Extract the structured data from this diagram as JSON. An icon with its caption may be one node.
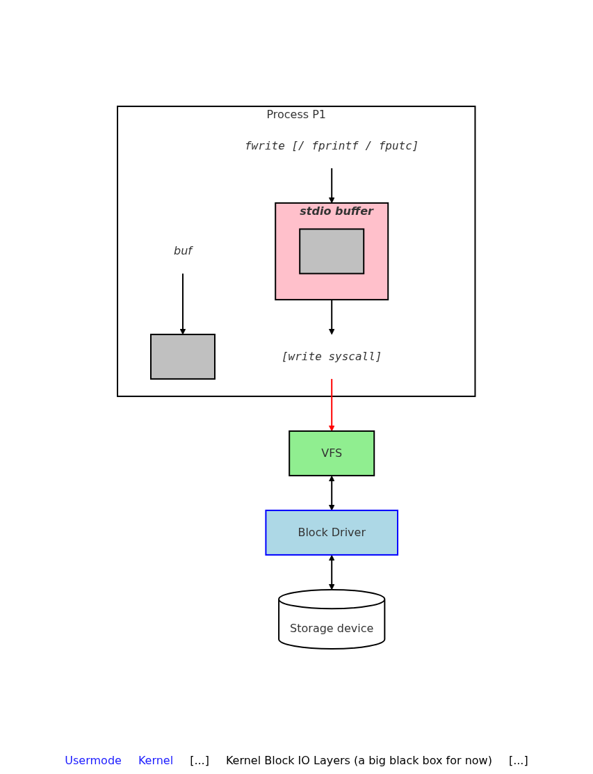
{
  "diagram": {
    "nodes": [
      {
        "text": [
          "Process P1"
        ]
      },
      {
        "text": [
          "buf"
        ],
        "in": 0
      },
      {
        "text": [],
        "shape": "box",
        "in": 0
      },
      {
        "text": [
          "fwrite [/ fprintf / fputc]"
        ],
        "in": 0
      },
      {
        "text": [
          "stdio buffer"
        ],
        "in": 0
      },
      {
        "text": [],
        "shape": "box",
        "in": 4
      },
      {
        "text": [
          "[write syscall]"
        ],
        "in": 0
      },
      {
        "text": [
          "VFS"
        ]
      },
      {
        "text": [
          "Block Driver"
        ]
      },
      {
        "text": [
          "Storage device"
        ]
      }
    ],
    "edges": [
      {
        "from": 1,
        "to": 2,
        "arrow": "to"
      },
      {
        "from": 3,
        "to": 4,
        "arrow": "to"
      },
      {
        "from": 4,
        "to": 6,
        "arrow": "to"
      },
      {
        "from": 6,
        "to": 7,
        "arrow": "to",
        "color": "#ff0000"
      },
      {
        "from": 7,
        "to": 8,
        "arrow": "both"
      },
      {
        "from": 8,
        "to": 9,
        "arrow": "both"
      }
    ],
    "labels": [
      "Usermode",
      "Kernel",
      "[...]",
      "Kernel Block IO Layers (a big black box for now)",
      "[...]"
    ]
  }
}
